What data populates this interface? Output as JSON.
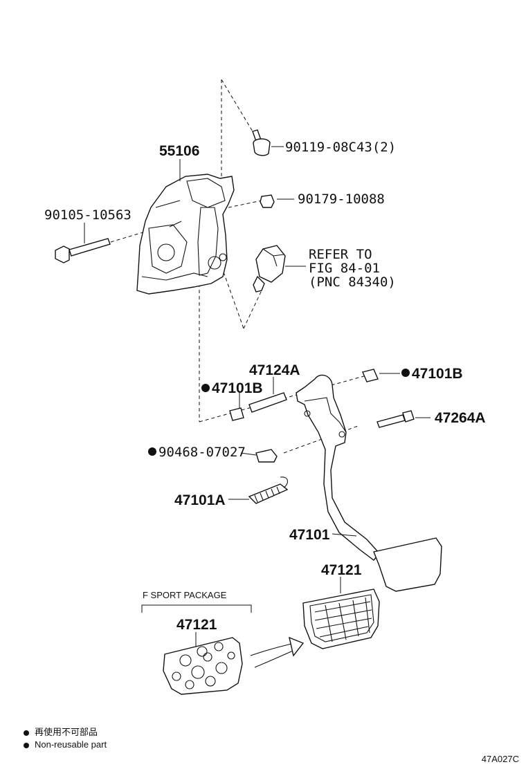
{
  "parts": {
    "p55106": "55106",
    "p90119": "90119-08C43(2)",
    "p90179": "90179-10088",
    "p90105": "90105-10563",
    "refer": [
      "REFER TO",
      "FIG 84-01",
      "(PNC 84340)"
    ],
    "p47124a": "47124A",
    "p47101b_left": "47101B",
    "p47101b_right": "47101B",
    "p47264a": "47264A",
    "p90468": "90468-07027",
    "p47101a": "47101A",
    "p47101": "47101",
    "p47121_top": "47121",
    "p47121_sport": "47121",
    "sport_package": "F SPORT PACKAGE"
  },
  "legend": {
    "jp": "再使用不可部品",
    "en": "Non-reusable part"
  },
  "figure_code": "47A027C",
  "colors": {
    "ink": "#111111",
    "background": "#ffffff"
  }
}
